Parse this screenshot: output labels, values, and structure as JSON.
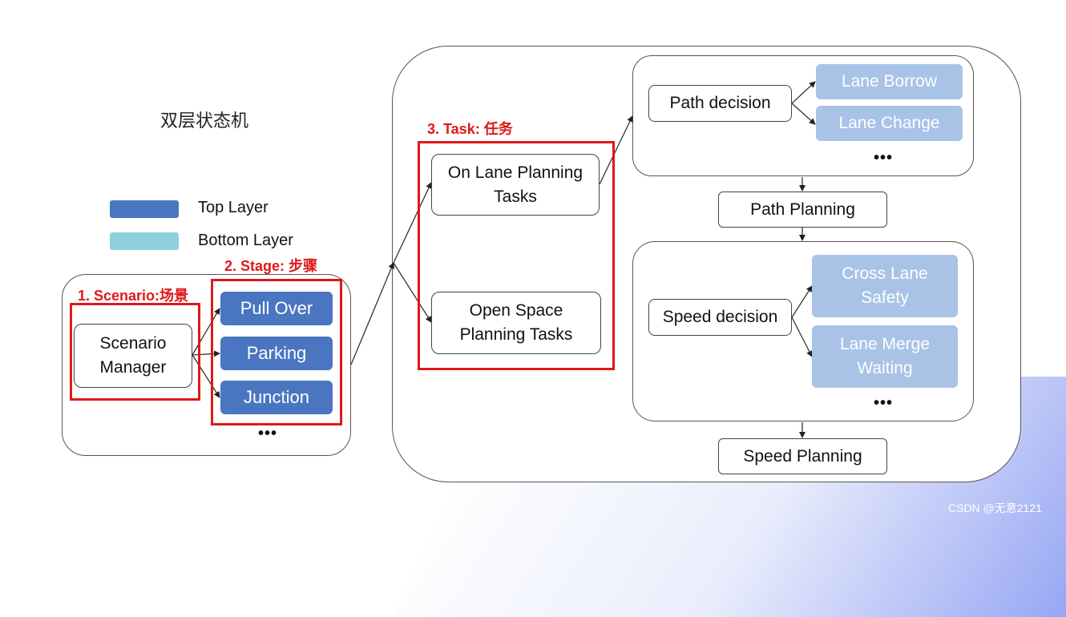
{
  "title": "双层状态机",
  "legend": {
    "top_layer_label": "Top Layer",
    "bottom_layer_label": "Bottom Layer",
    "top_layer_color": "#4a76c1",
    "bottom_layer_color": "#8fd0de"
  },
  "annotations": {
    "scenario": "1. Scenario:场景",
    "stage": "2. Stage: 步骤",
    "task": "3. Task: 任务"
  },
  "scenario_manager": "Scenario\nManager",
  "stages": [
    "Pull  Over",
    "Parking",
    "Junction"
  ],
  "stages_more": "•••",
  "tasks": {
    "on_lane": "On Lane Planning\nTasks",
    "open_space": "Open Space\nPlanning Tasks"
  },
  "path": {
    "decision": "Path decision",
    "options": [
      "Lane Borrow",
      "Lane Change"
    ],
    "more": "•••",
    "planning": "Path Planning"
  },
  "speed": {
    "decision": "Speed decision",
    "options": [
      "Cross Lane\nSafety",
      "Lane Merge\nWaiting"
    ],
    "more": "•••",
    "planning": "Speed Planning"
  },
  "watermark": "CSDN @无意2121"
}
